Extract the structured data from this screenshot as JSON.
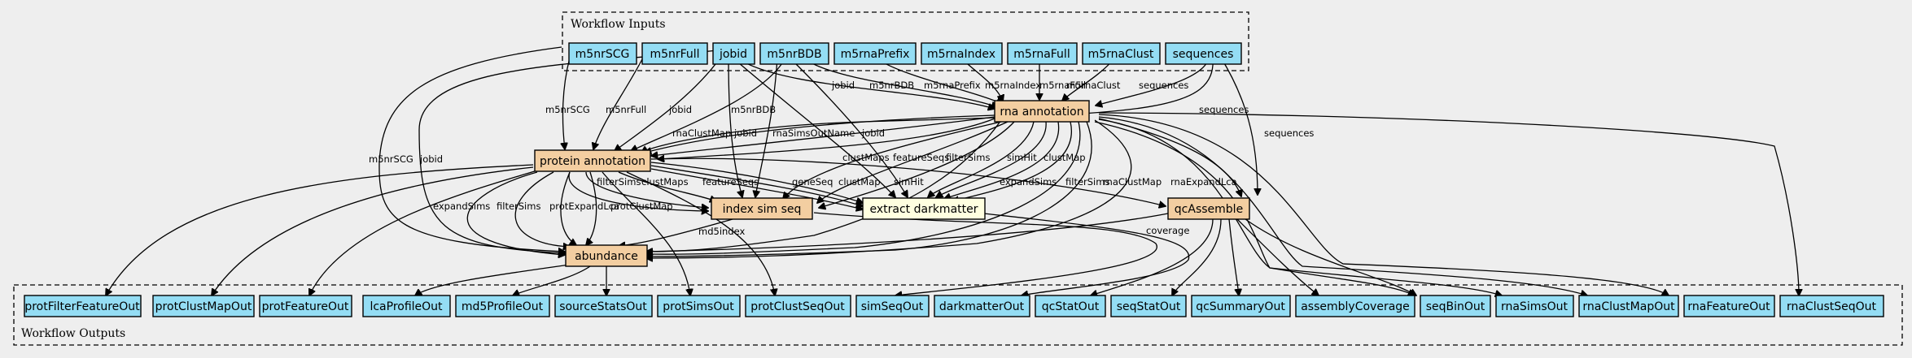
{
  "clusters": {
    "inputs": {
      "title": "Workflow Inputs"
    },
    "outputs": {
      "title": "Workflow Outputs"
    }
  },
  "inputs": [
    "m5nrSCG",
    "m5nrFull",
    "jobid",
    "m5nrBDB",
    "m5rnaPrefix",
    "m5rnaIndex",
    "m5rnaFull",
    "m5rnaClust",
    "sequences"
  ],
  "steps": [
    "rna annotation",
    "protein annotation",
    "index sim seq",
    "extract darkmatter",
    "qcAssemble",
    "abundance"
  ],
  "outputs": [
    "protFilterFeatureOut",
    "protClustMapOut",
    "protFeatureOut",
    "lcaProfileOut",
    "md5ProfileOut",
    "sourceStatsOut",
    "protSimsOut",
    "protClustSeqOut",
    "simSeqOut",
    "darkmatterOut",
    "qcStatOut",
    "seqStatOut",
    "qcSummaryOut",
    "assemblyCoverage",
    "seqBinOut",
    "rnaSimsOut",
    "rnaClustMapOut",
    "rnaFeatureOut",
    "rnaClustSeqOut"
  ],
  "edge_labels": [
    "jobid",
    "m5nrBDB",
    "m5rnaPrefix",
    "m5rnaIndex",
    "m5rnaFull",
    "m5rnaClust",
    "sequences",
    "sequences",
    "sequences",
    "m5nrSCG",
    "m5nrFull",
    "jobid",
    "m5nrBDB",
    "rnaClustMap",
    "rnaSimsOutName",
    "jobid",
    "m5nrSCG",
    "jobid",
    "jobid",
    "clustMaps",
    "featureSeqs",
    "filterSims",
    "simHit",
    "clustMap",
    "filterSims",
    "clustMaps",
    "featureSeqs",
    "geneSeq",
    "clustMap",
    "simHit",
    "expandSims",
    "filterSims",
    "rnaClustMap",
    "rnaExpandLca",
    "expandSims",
    "filterSims",
    "protExpandLca",
    "protClustMap",
    "md5index",
    "coverage"
  ]
}
